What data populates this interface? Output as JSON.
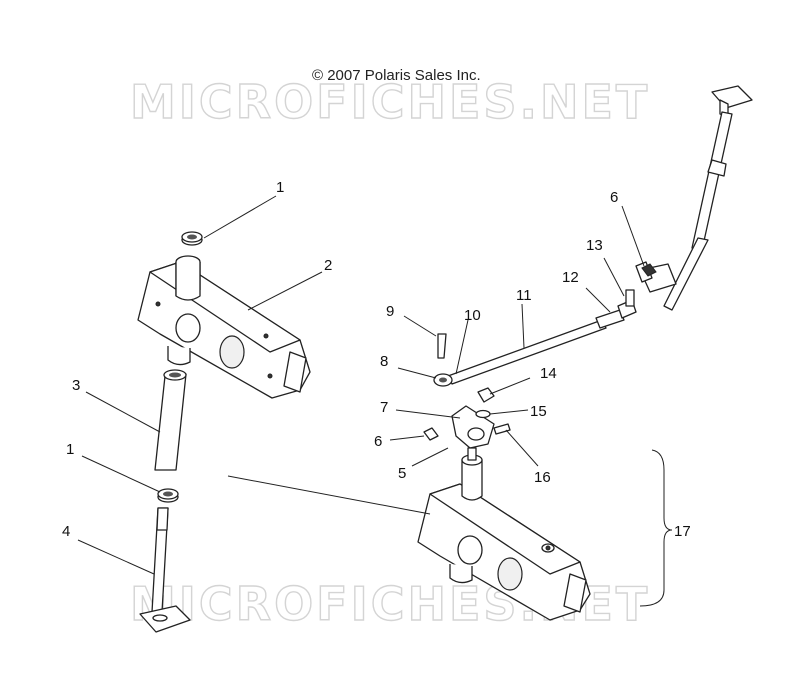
{
  "copyright": "© 2007 Polaris Sales Inc.",
  "watermarks": [
    "MICROFICHES.NET",
    "MICROFICHES.NET"
  ],
  "callouts": [
    {
      "id": "c1a",
      "label": "1"
    },
    {
      "id": "c2",
      "label": "2"
    },
    {
      "id": "c3",
      "label": "3"
    },
    {
      "id": "c1b",
      "label": "1"
    },
    {
      "id": "c4",
      "label": "4"
    },
    {
      "id": "c6a",
      "label": "6"
    },
    {
      "id": "c13",
      "label": "13"
    },
    {
      "id": "c12",
      "label": "12"
    },
    {
      "id": "c11",
      "label": "11"
    },
    {
      "id": "c9",
      "label": "9"
    },
    {
      "id": "c10",
      "label": "10"
    },
    {
      "id": "c8",
      "label": "8"
    },
    {
      "id": "c14",
      "label": "14"
    },
    {
      "id": "c7",
      "label": "7"
    },
    {
      "id": "c15",
      "label": "15"
    },
    {
      "id": "c6b",
      "label": "6"
    },
    {
      "id": "c5",
      "label": "5"
    },
    {
      "id": "c16",
      "label": "16"
    },
    {
      "id": "c17",
      "label": "17"
    }
  ]
}
